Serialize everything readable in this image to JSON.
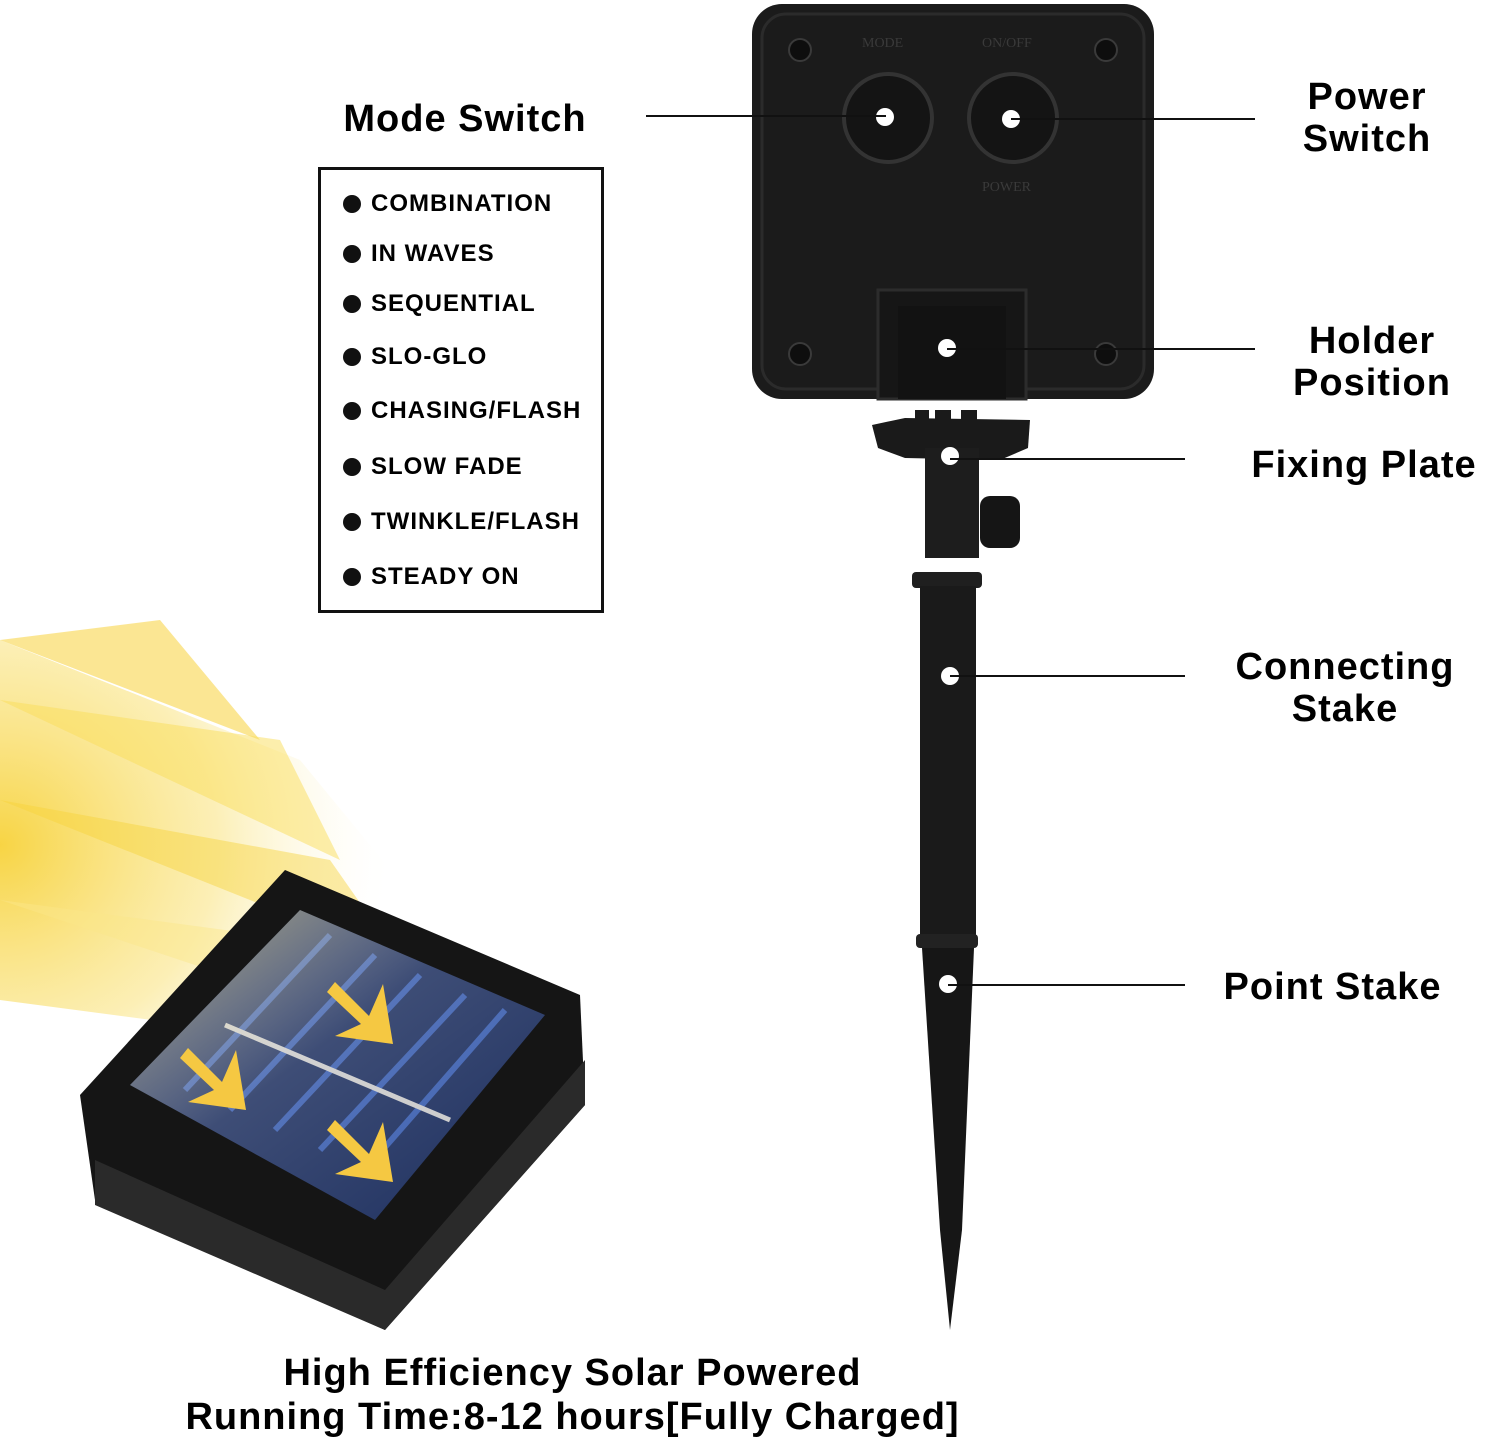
{
  "labels": {
    "mode_switch": "Mode Switch",
    "power_switch": [
      "Power",
      "Switch"
    ],
    "holder_position": [
      "Holder",
      "Position"
    ],
    "fixing_plate": "Fixing Plate",
    "connecting_stake": [
      "Connecting",
      "Stake"
    ],
    "point_stake": "Point Stake"
  },
  "modes": [
    "COMBINATION",
    "IN WAVES",
    "SEQUENTIAL",
    "SLO-GLO",
    "CHASING/FLASH",
    "SLOW FADE",
    "TWINKLE/FLASH",
    "STEADY ON"
  ],
  "device_markings": {
    "mode": "MODE",
    "on_off": "ON/OFF",
    "power": "POWER"
  },
  "caption": {
    "line1": "High Efficiency Solar Powered",
    "line2": "Running Time:8-12 hours[Fully Charged]"
  },
  "colors": {
    "device_body": "#1b1b1b",
    "solar_cell": "#1f3f8a",
    "sunlight": "#f7d23a",
    "arrow": "#f5c842"
  }
}
